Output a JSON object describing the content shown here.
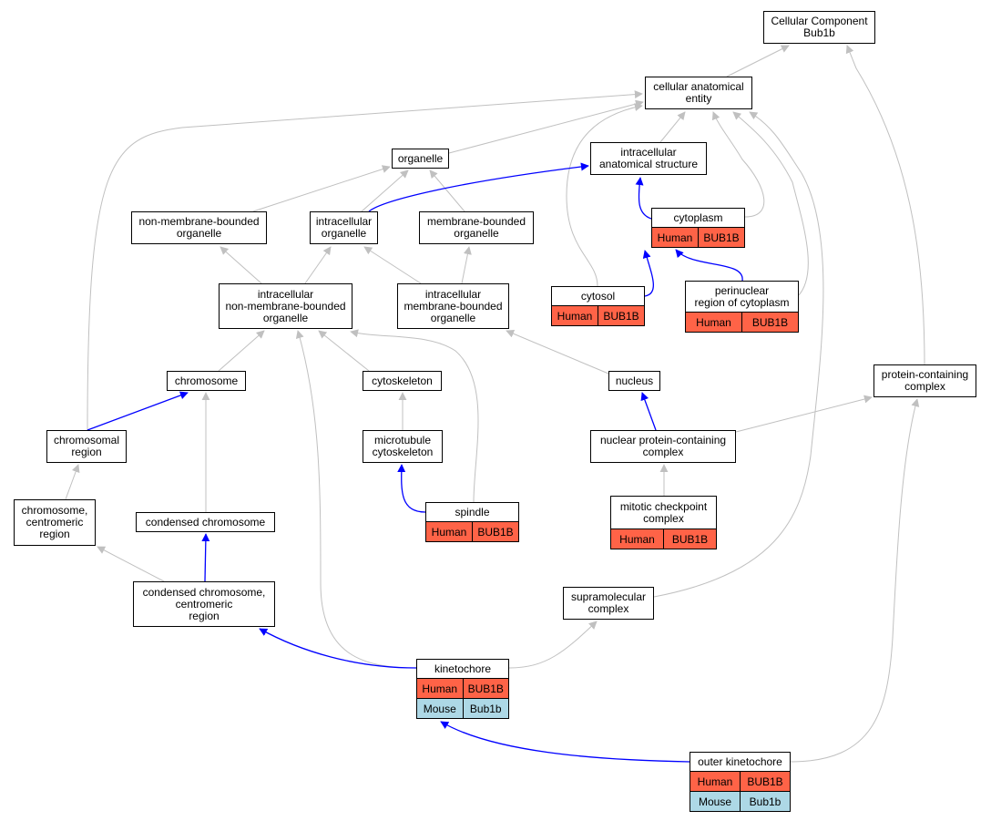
{
  "colors": {
    "is_a_edge": "#c0c0c0",
    "part_of_edge": "#0000ff",
    "human": "#ff6347",
    "mouse": "#add8e6"
  },
  "nodes": {
    "cellular_component": {
      "label": "Cellular Component\nBub1b"
    },
    "cellular_anatomical_entity": {
      "label": "cellular anatomical\nentity"
    },
    "organelle": {
      "label": "organelle"
    },
    "intracellular_anatomical_structure": {
      "label": "intracellular\nanatomical structure"
    },
    "non_membrane_bounded_organelle": {
      "label": "non-membrane-bounded\norganelle"
    },
    "intracellular_organelle": {
      "label": "intracellular\norganelle"
    },
    "membrane_bounded_organelle": {
      "label": "membrane-bounded\norganelle"
    },
    "cytoplasm": {
      "label": "cytoplasm",
      "annotations": [
        {
          "species": "Human",
          "gene": "BUB1B"
        }
      ]
    },
    "cytosol": {
      "label": "cytosol",
      "annotations": [
        {
          "species": "Human",
          "gene": "BUB1B"
        }
      ]
    },
    "perinuclear_region": {
      "label": "perinuclear\nregion of cytoplasm",
      "annotations": [
        {
          "species": "Human",
          "gene": "BUB1B"
        }
      ]
    },
    "intracellular_non_membrane_bounded_organelle": {
      "label": "intracellular\nnon-membrane-bounded\norganelle"
    },
    "intracellular_membrane_bounded_organelle": {
      "label": "intracellular\nmembrane-bounded\norganelle"
    },
    "chromosome": {
      "label": "chromosome"
    },
    "cytoskeleton": {
      "label": "cytoskeleton"
    },
    "nucleus": {
      "label": "nucleus"
    },
    "protein_containing_complex": {
      "label": "protein-containing\ncomplex"
    },
    "chromosomal_region": {
      "label": "chromosomal\nregion"
    },
    "microtubule_cytoskeleton": {
      "label": "microtubule\ncytoskeleton"
    },
    "nuclear_protein_containing_complex": {
      "label": "nuclear protein-containing\ncomplex"
    },
    "chromosome_centromeric_region": {
      "label": "chromosome,\ncentromeric\nregion"
    },
    "condensed_chromosome": {
      "label": "condensed chromosome"
    },
    "spindle": {
      "label": "spindle",
      "annotations": [
        {
          "species": "Human",
          "gene": "BUB1B"
        }
      ]
    },
    "mitotic_checkpoint_complex": {
      "label": "mitotic checkpoint\ncomplex",
      "annotations": [
        {
          "species": "Human",
          "gene": "BUB1B"
        }
      ]
    },
    "condensed_chromosome_centromeric_region": {
      "label": "condensed chromosome,\ncentromeric\nregion"
    },
    "supramolecular_complex": {
      "label": "supramolecular\ncomplex"
    },
    "kinetochore": {
      "label": "kinetochore",
      "annotations": [
        {
          "species": "Human",
          "gene": "BUB1B"
        },
        {
          "species": "Mouse",
          "gene": "Bub1b"
        }
      ]
    },
    "outer_kinetochore": {
      "label": "outer kinetochore",
      "annotations": [
        {
          "species": "Human",
          "gene": "BUB1B"
        },
        {
          "species": "Mouse",
          "gene": "Bub1b"
        }
      ]
    }
  },
  "edges": [
    {
      "from": "cellular_anatomical_entity",
      "to": "cellular_component",
      "type": "is_a"
    },
    {
      "from": "protein_containing_complex",
      "to": "cellular_component",
      "type": "is_a"
    },
    {
      "from": "organelle",
      "to": "cellular_anatomical_entity",
      "type": "is_a"
    },
    {
      "from": "intracellular_anatomical_structure",
      "to": "cellular_anatomical_entity",
      "type": "is_a"
    },
    {
      "from": "chromosomal_region",
      "to": "cellular_anatomical_entity",
      "type": "is_a"
    },
    {
      "from": "cytosol",
      "to": "cellular_anatomical_entity",
      "type": "is_a"
    },
    {
      "from": "cytoplasm",
      "to": "cellular_anatomical_entity",
      "type": "is_a"
    },
    {
      "from": "perinuclear_region",
      "to": "cellular_anatomical_entity",
      "type": "is_a"
    },
    {
      "from": "supramolecular_complex",
      "to": "cellular_anatomical_entity",
      "type": "is_a"
    },
    {
      "from": "non_membrane_bounded_organelle",
      "to": "organelle",
      "type": "is_a"
    },
    {
      "from": "intracellular_organelle",
      "to": "organelle",
      "type": "is_a"
    },
    {
      "from": "membrane_bounded_organelle",
      "to": "organelle",
      "type": "is_a"
    },
    {
      "from": "intracellular_organelle",
      "to": "intracellular_anatomical_structure",
      "type": "part_of"
    },
    {
      "from": "cytoplasm",
      "to": "intracellular_anatomical_structure",
      "type": "part_of"
    },
    {
      "from": "cytosol",
      "to": "cytoplasm",
      "type": "part_of"
    },
    {
      "from": "perinuclear_region",
      "to": "cytoplasm",
      "type": "part_of"
    },
    {
      "from": "intracellular_non_membrane_bounded_organelle",
      "to": "non_membrane_bounded_organelle",
      "type": "is_a"
    },
    {
      "from": "intracellular_non_membrane_bounded_organelle",
      "to": "intracellular_organelle",
      "type": "is_a"
    },
    {
      "from": "intracellular_membrane_bounded_organelle",
      "to": "intracellular_organelle",
      "type": "is_a"
    },
    {
      "from": "intracellular_membrane_bounded_organelle",
      "to": "membrane_bounded_organelle",
      "type": "is_a"
    },
    {
      "from": "chromosome",
      "to": "intracellular_non_membrane_bounded_organelle",
      "type": "is_a"
    },
    {
      "from": "cytoskeleton",
      "to": "intracellular_non_membrane_bounded_organelle",
      "type": "is_a"
    },
    {
      "from": "spindle",
      "to": "intracellular_non_membrane_bounded_organelle",
      "type": "is_a"
    },
    {
      "from": "kinetochore",
      "to": "intracellular_non_membrane_bounded_organelle",
      "type": "is_a"
    },
    {
      "from": "nucleus",
      "to": "intracellular_membrane_bounded_organelle",
      "type": "is_a"
    },
    {
      "from": "chromosomal_region",
      "to": "chromosome",
      "type": "part_of"
    },
    {
      "from": "condensed_chromosome",
      "to": "chromosome",
      "type": "is_a"
    },
    {
      "from": "microtubule_cytoskeleton",
      "to": "cytoskeleton",
      "type": "is_a"
    },
    {
      "from": "spindle",
      "to": "microtubule_cytoskeleton",
      "type": "part_of"
    },
    {
      "from": "nuclear_protein_containing_complex",
      "to": "nucleus",
      "type": "part_of"
    },
    {
      "from": "nuclear_protein_containing_complex",
      "to": "protein_containing_complex",
      "type": "is_a"
    },
    {
      "from": "mitotic_checkpoint_complex",
      "to": "nuclear_protein_containing_complex",
      "type": "is_a"
    },
    {
      "from": "chromosome_centromeric_region",
      "to": "chromosomal_region",
      "type": "is_a"
    },
    {
      "from": "condensed_chromosome_centromeric_region",
      "to": "chromosome_centromeric_region",
      "type": "is_a"
    },
    {
      "from": "condensed_chromosome_centromeric_region",
      "to": "condensed_chromosome",
      "type": "part_of"
    },
    {
      "from": "kinetochore",
      "to": "condensed_chromosome_centromeric_region",
      "type": "part_of"
    },
    {
      "from": "kinetochore",
      "to": "supramolecular_complex",
      "type": "is_a"
    },
    {
      "from": "outer_kinetochore",
      "to": "kinetochore",
      "type": "part_of"
    },
    {
      "from": "outer_kinetochore",
      "to": "protein_containing_complex",
      "type": "is_a"
    }
  ]
}
